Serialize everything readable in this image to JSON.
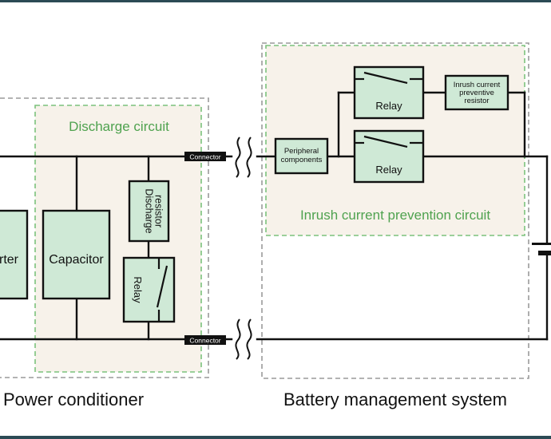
{
  "colors": {
    "frame": "#2c4a55",
    "panel_fill": "#f7f2ea",
    "dash_grey": "#9a9a9a",
    "dash_green": "#7cc27c",
    "box_fill": "#cfe9d6",
    "box_border": "#111111",
    "wire": "#111111",
    "label_green": "#4fa24f"
  },
  "icons": [
    "switch-icon",
    "wave-break-icon",
    "battery-icon"
  ],
  "labels": {
    "discharge_circuit": "Discharge circuit",
    "inrush_circuit": "Inrush current prevention circuit",
    "power_conditioner": "Power conditioner",
    "bms": "Battery management system",
    "converter_partial": "rter",
    "capacitor": "Capacitor",
    "discharge_resistor_1": "Discharge",
    "discharge_resistor_2": "resistor",
    "relay_vertical": "Relay",
    "connector_top": "Connector",
    "connector_bottom": "Connector",
    "peripheral_1": "Peripheral",
    "peripheral_2": "components",
    "relay_top": "Relay",
    "relay_bottom": "Relay",
    "inrush_resistor_1": "Inrush current",
    "inrush_resistor_2": "preventive",
    "inrush_resistor_3": "resistor"
  }
}
